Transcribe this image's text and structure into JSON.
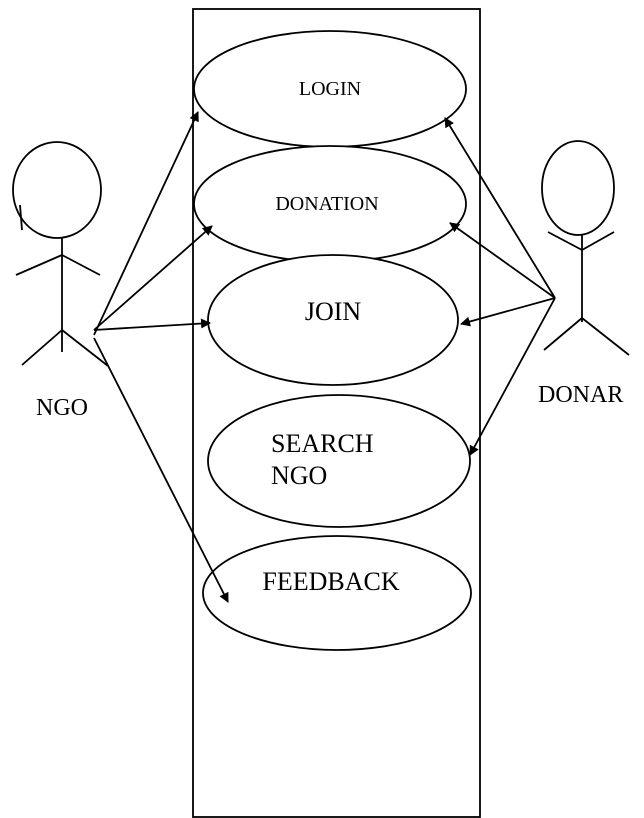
{
  "diagram": {
    "actors": {
      "left": {
        "label": "NGO"
      },
      "right": {
        "label": "DONAR"
      }
    },
    "use_cases": {
      "login": {
        "label": "LOGIN"
      },
      "donation": {
        "label": "DONATION"
      },
      "join": {
        "label": "JOIN"
      },
      "search": {
        "line1": "SEARCH",
        "line2": "NGO"
      },
      "feedback": {
        "label": "FEEDBACK"
      }
    }
  }
}
